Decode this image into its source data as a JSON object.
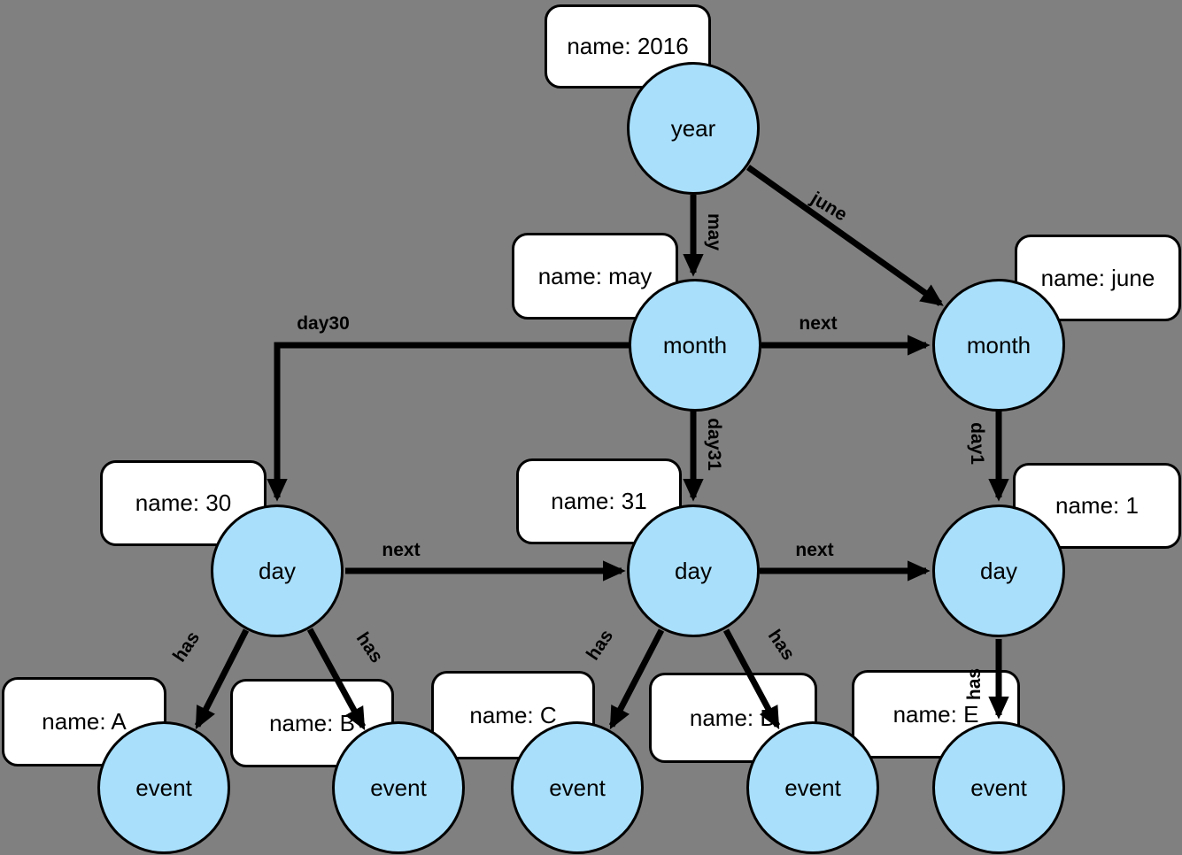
{
  "diagram": {
    "type": "graph",
    "colors": {
      "background": "#808080",
      "node_fill": "#A9DFFB",
      "node_stroke": "#000000",
      "box_fill": "#FFFFFF",
      "edge": "#000000"
    },
    "nodes": [
      {
        "id": "year",
        "label": "year"
      },
      {
        "id": "month-may",
        "label": "month"
      },
      {
        "id": "month-june",
        "label": "month"
      },
      {
        "id": "day-30",
        "label": "day"
      },
      {
        "id": "day-31",
        "label": "day"
      },
      {
        "id": "day-1",
        "label": "day"
      },
      {
        "id": "event-a",
        "label": "event"
      },
      {
        "id": "event-b",
        "label": "event"
      },
      {
        "id": "event-c",
        "label": "event"
      },
      {
        "id": "event-d",
        "label": "event"
      },
      {
        "id": "event-e",
        "label": "event"
      }
    ],
    "property_boxes": [
      {
        "id": "name-2016",
        "text": "name: 2016"
      },
      {
        "id": "name-may",
        "text": "name: may"
      },
      {
        "id": "name-june",
        "text": "name: june"
      },
      {
        "id": "name-30",
        "text": "name: 30"
      },
      {
        "id": "name-31",
        "text": "name: 31"
      },
      {
        "id": "name-1",
        "text": "name: 1"
      },
      {
        "id": "name-a",
        "text": "name: A"
      },
      {
        "id": "name-b",
        "text": "name: B"
      },
      {
        "id": "name-c",
        "text": "name: C"
      },
      {
        "id": "name-d",
        "text": "name: D"
      },
      {
        "id": "name-e",
        "text": "name: E"
      }
    ],
    "edge_labels": [
      {
        "id": "may",
        "text": "may"
      },
      {
        "id": "june",
        "text": "june"
      },
      {
        "id": "next-months",
        "text": "next"
      },
      {
        "id": "day30",
        "text": "day30"
      },
      {
        "id": "day31",
        "text": "day31"
      },
      {
        "id": "day1",
        "text": "day1"
      },
      {
        "id": "next-days-a",
        "text": "next"
      },
      {
        "id": "next-days-b",
        "text": "next"
      },
      {
        "id": "has-a",
        "text": "has"
      },
      {
        "id": "has-b",
        "text": "has"
      },
      {
        "id": "has-c",
        "text": "has"
      },
      {
        "id": "has-d",
        "text": "has"
      },
      {
        "id": "has-e",
        "text": "has"
      }
    ]
  }
}
